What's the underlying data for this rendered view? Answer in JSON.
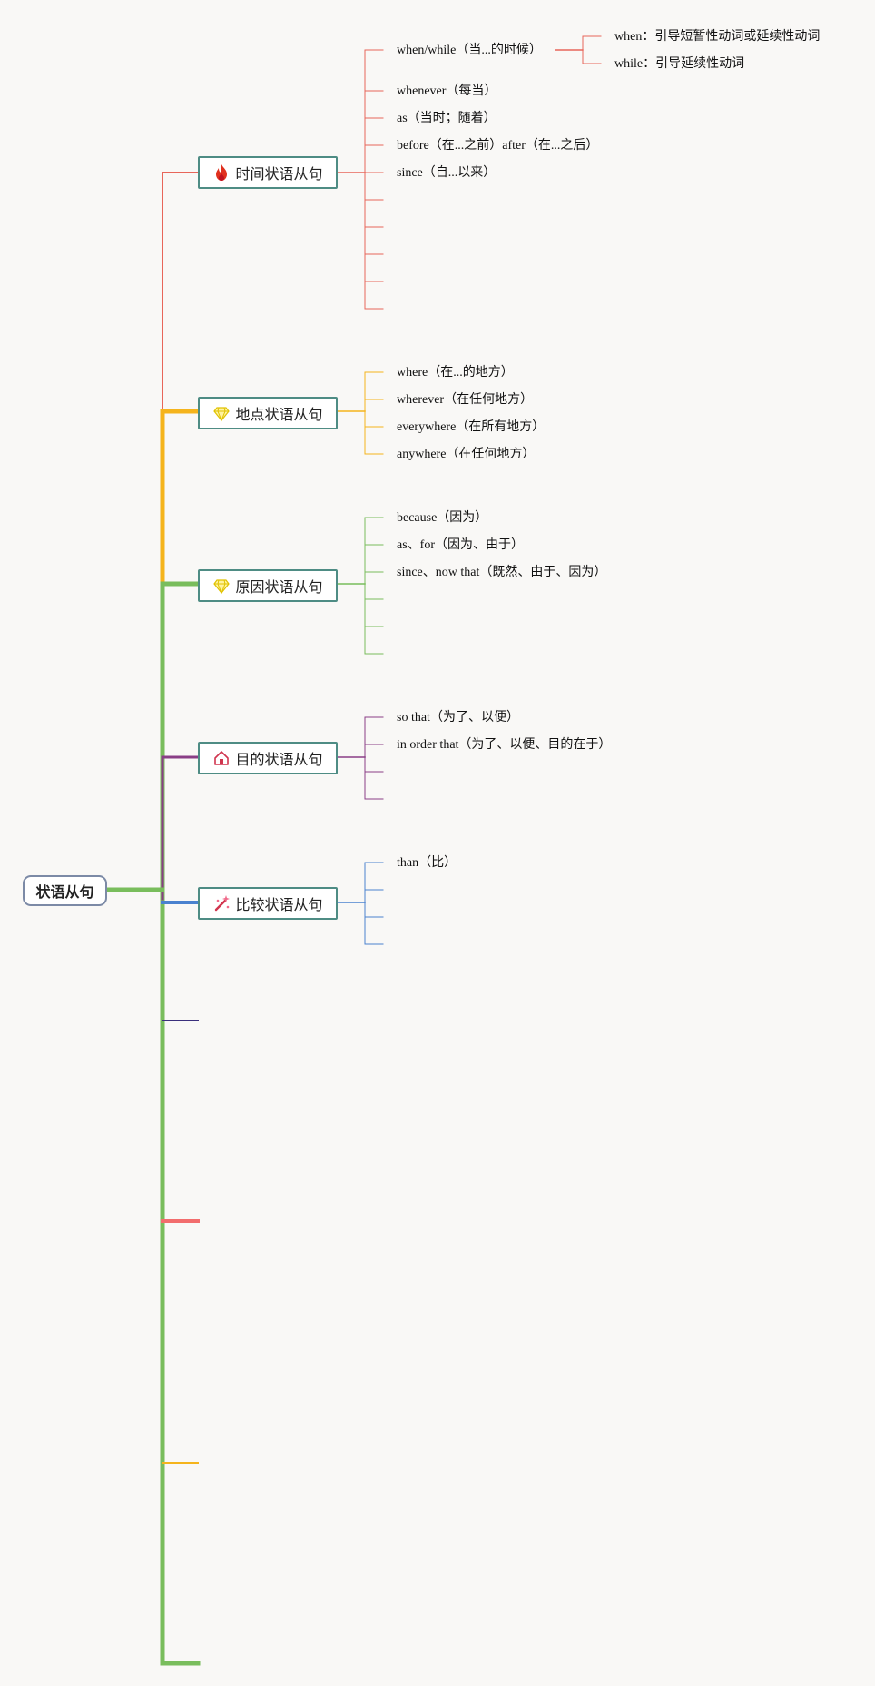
{
  "root": {
    "label": "状语从句"
  },
  "branches": [
    {
      "label": "时间状语从句",
      "icon": "fire-icon",
      "color": "#e8665a",
      "items": [
        "when/while（当...的时候）",
        "whenever（每当）",
        "as（当时；随着）",
        "before（在...之前）after（在...之后）",
        "since（自...以来）"
      ],
      "sub_items": [
        "when：引导短暂性动词或延续性动词",
        "while：引导延续性动词"
      ]
    },
    {
      "label": "地点状语从句",
      "icon": "diamond-icon",
      "color": "#f5b41c",
      "items": [
        "where（在...的地方）",
        "wherever（在任何地方）",
        "everywhere（在所有地方）",
        "anywhere（在任何地方）"
      ]
    },
    {
      "label": "原因状语从句",
      "icon": "diamond-icon",
      "color": "#79bd5c",
      "items": [
        "because（因为）",
        "as、for（因为、由于）",
        "since、now that（既然、由于、因为）"
      ]
    },
    {
      "label": "目的状语从句",
      "icon": "house-icon",
      "color": "#8a3e86",
      "items": [
        "so that（为了、以便）",
        "in order that（为了、以便、目的在于）"
      ]
    },
    {
      "label": "比较状语从句",
      "icon": "magic-wand-icon",
      "color": "#4a82cf",
      "items": [
        "than（比）"
      ]
    }
  ],
  "colors": {
    "trunk": "#79bd5c",
    "node_border": "#4e8c84",
    "root_border": "#7c8aa6",
    "empty_branch_1": "#3a2f7c",
    "empty_branch_2": "#f26d6d",
    "empty_branch_3": "#f5b41c",
    "empty_branch_4": "#79bd5c"
  }
}
